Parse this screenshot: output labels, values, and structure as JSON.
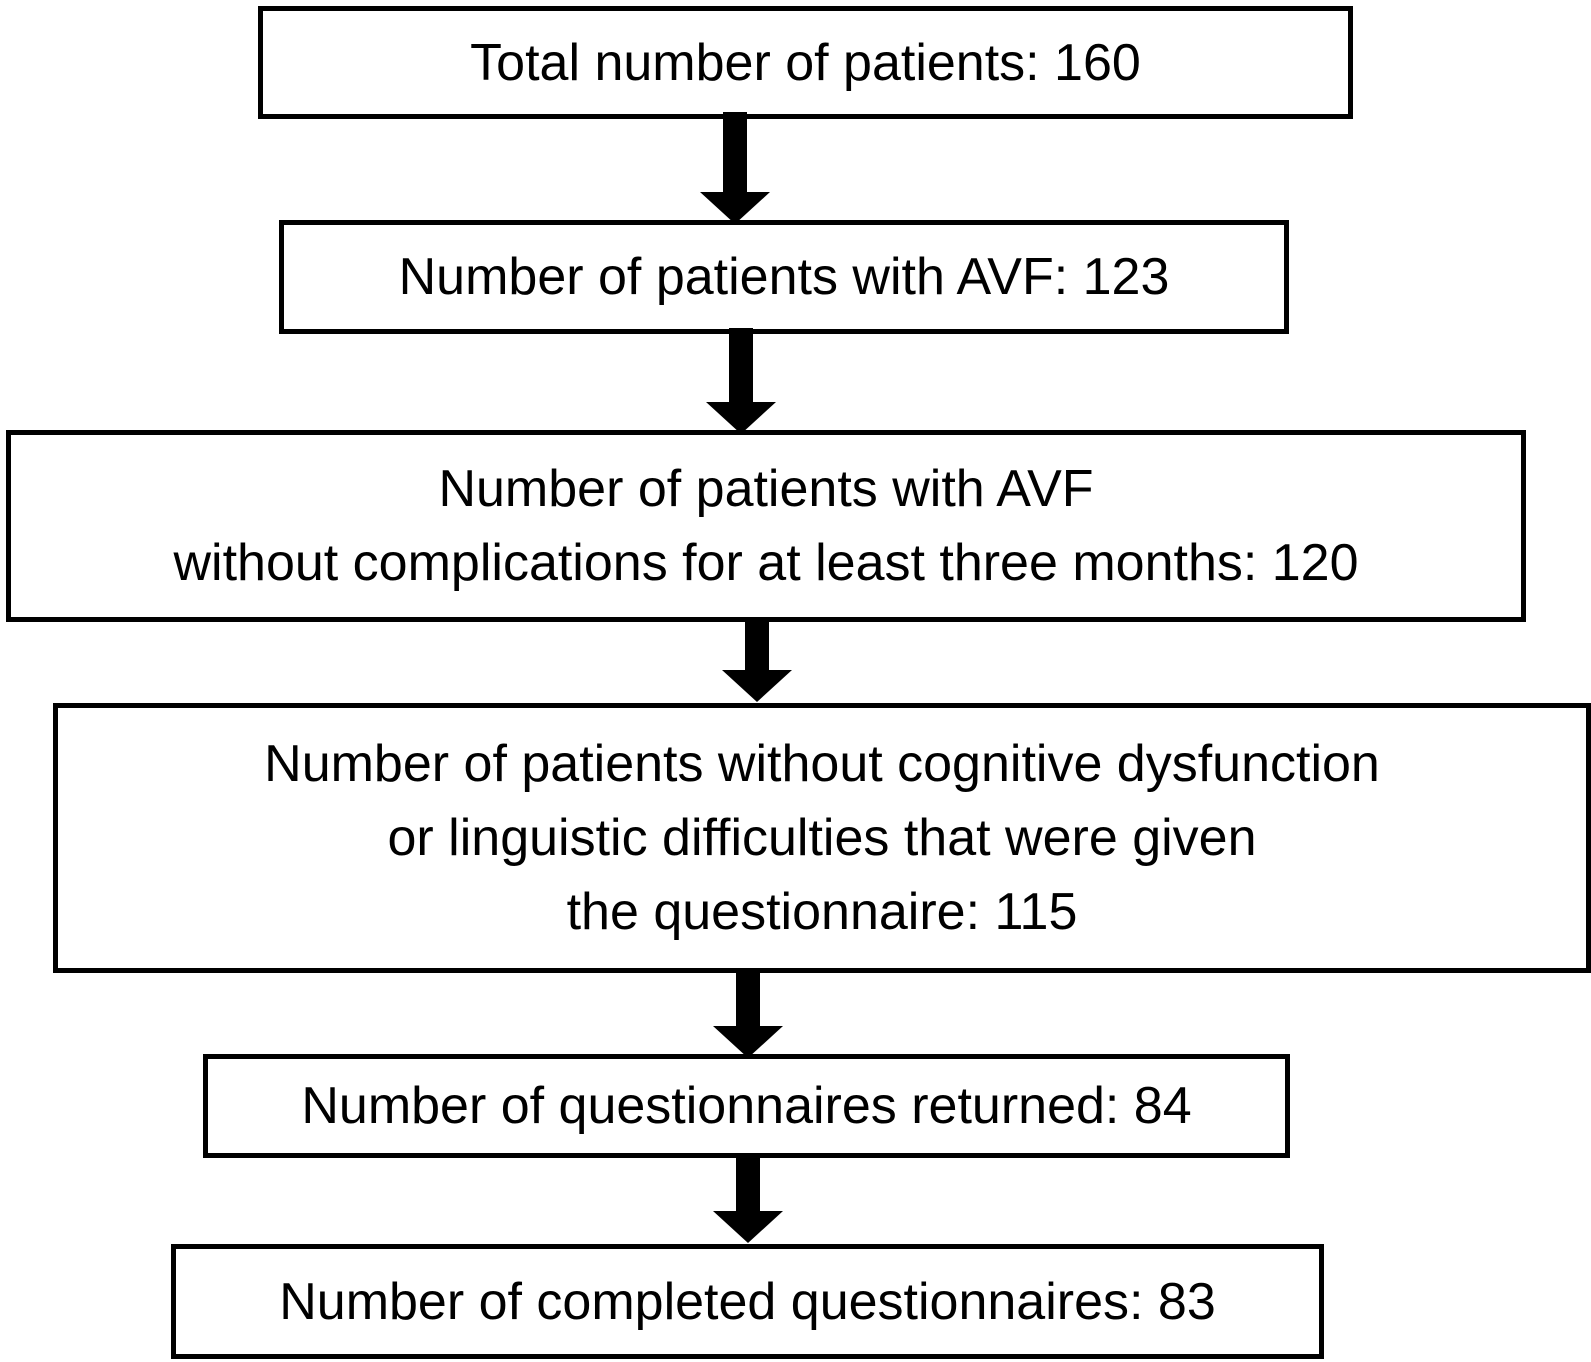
{
  "flowchart": {
    "steps": [
      {
        "lines": [
          "Total number of patients: 160"
        ]
      },
      {
        "lines": [
          "Number of patients with AVF: 123"
        ]
      },
      {
        "lines": [
          "Number of patients with AVF",
          "without complications for at least three months: 120"
        ]
      },
      {
        "lines": [
          "Number of patients without cognitive dysfunction",
          "or linguistic difficulties that were given",
          "the questionnaire: 115"
        ]
      },
      {
        "lines": [
          "Number of questionnaires returned: 84"
        ]
      },
      {
        "lines": [
          "Number of completed questionnaires: 83"
        ]
      }
    ]
  },
  "colors": {
    "stroke": "#000000",
    "background": "#ffffff"
  },
  "icons": {
    "connector": "down-arrow-icon"
  }
}
